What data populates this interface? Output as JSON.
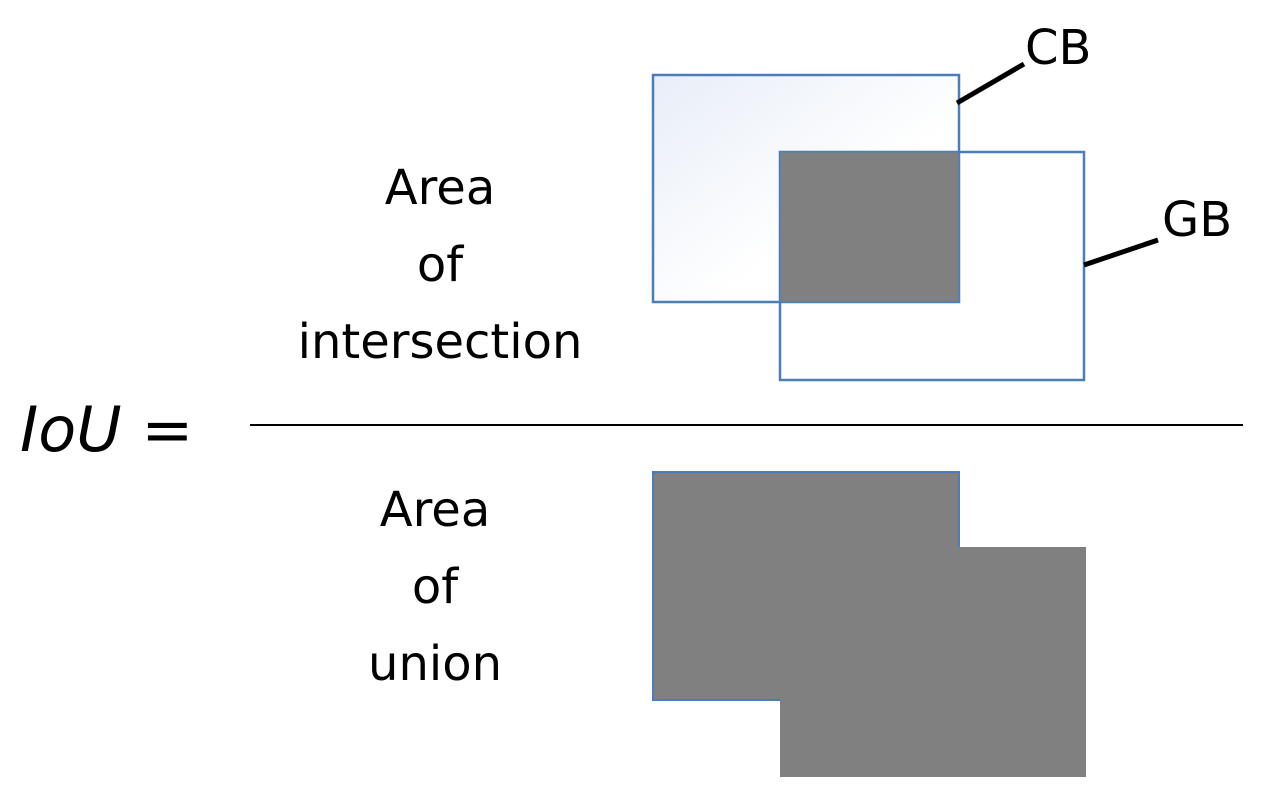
{
  "formula": {
    "lhs": "IoU",
    "equals": "="
  },
  "numerator": {
    "lines": [
      "Area",
      "of",
      "intersection"
    ]
  },
  "denominator": {
    "lines": [
      "Area",
      "of",
      "union"
    ]
  },
  "labels": {
    "candidate_box": "CB",
    "ground_truth_box": "GB"
  },
  "colors": {
    "box_outline": "#4a7ebb",
    "filled_area": "#808080",
    "cb_gradient_start": "#e8eef8",
    "cb_gradient_end": "#ffffff",
    "text": "#000000"
  }
}
